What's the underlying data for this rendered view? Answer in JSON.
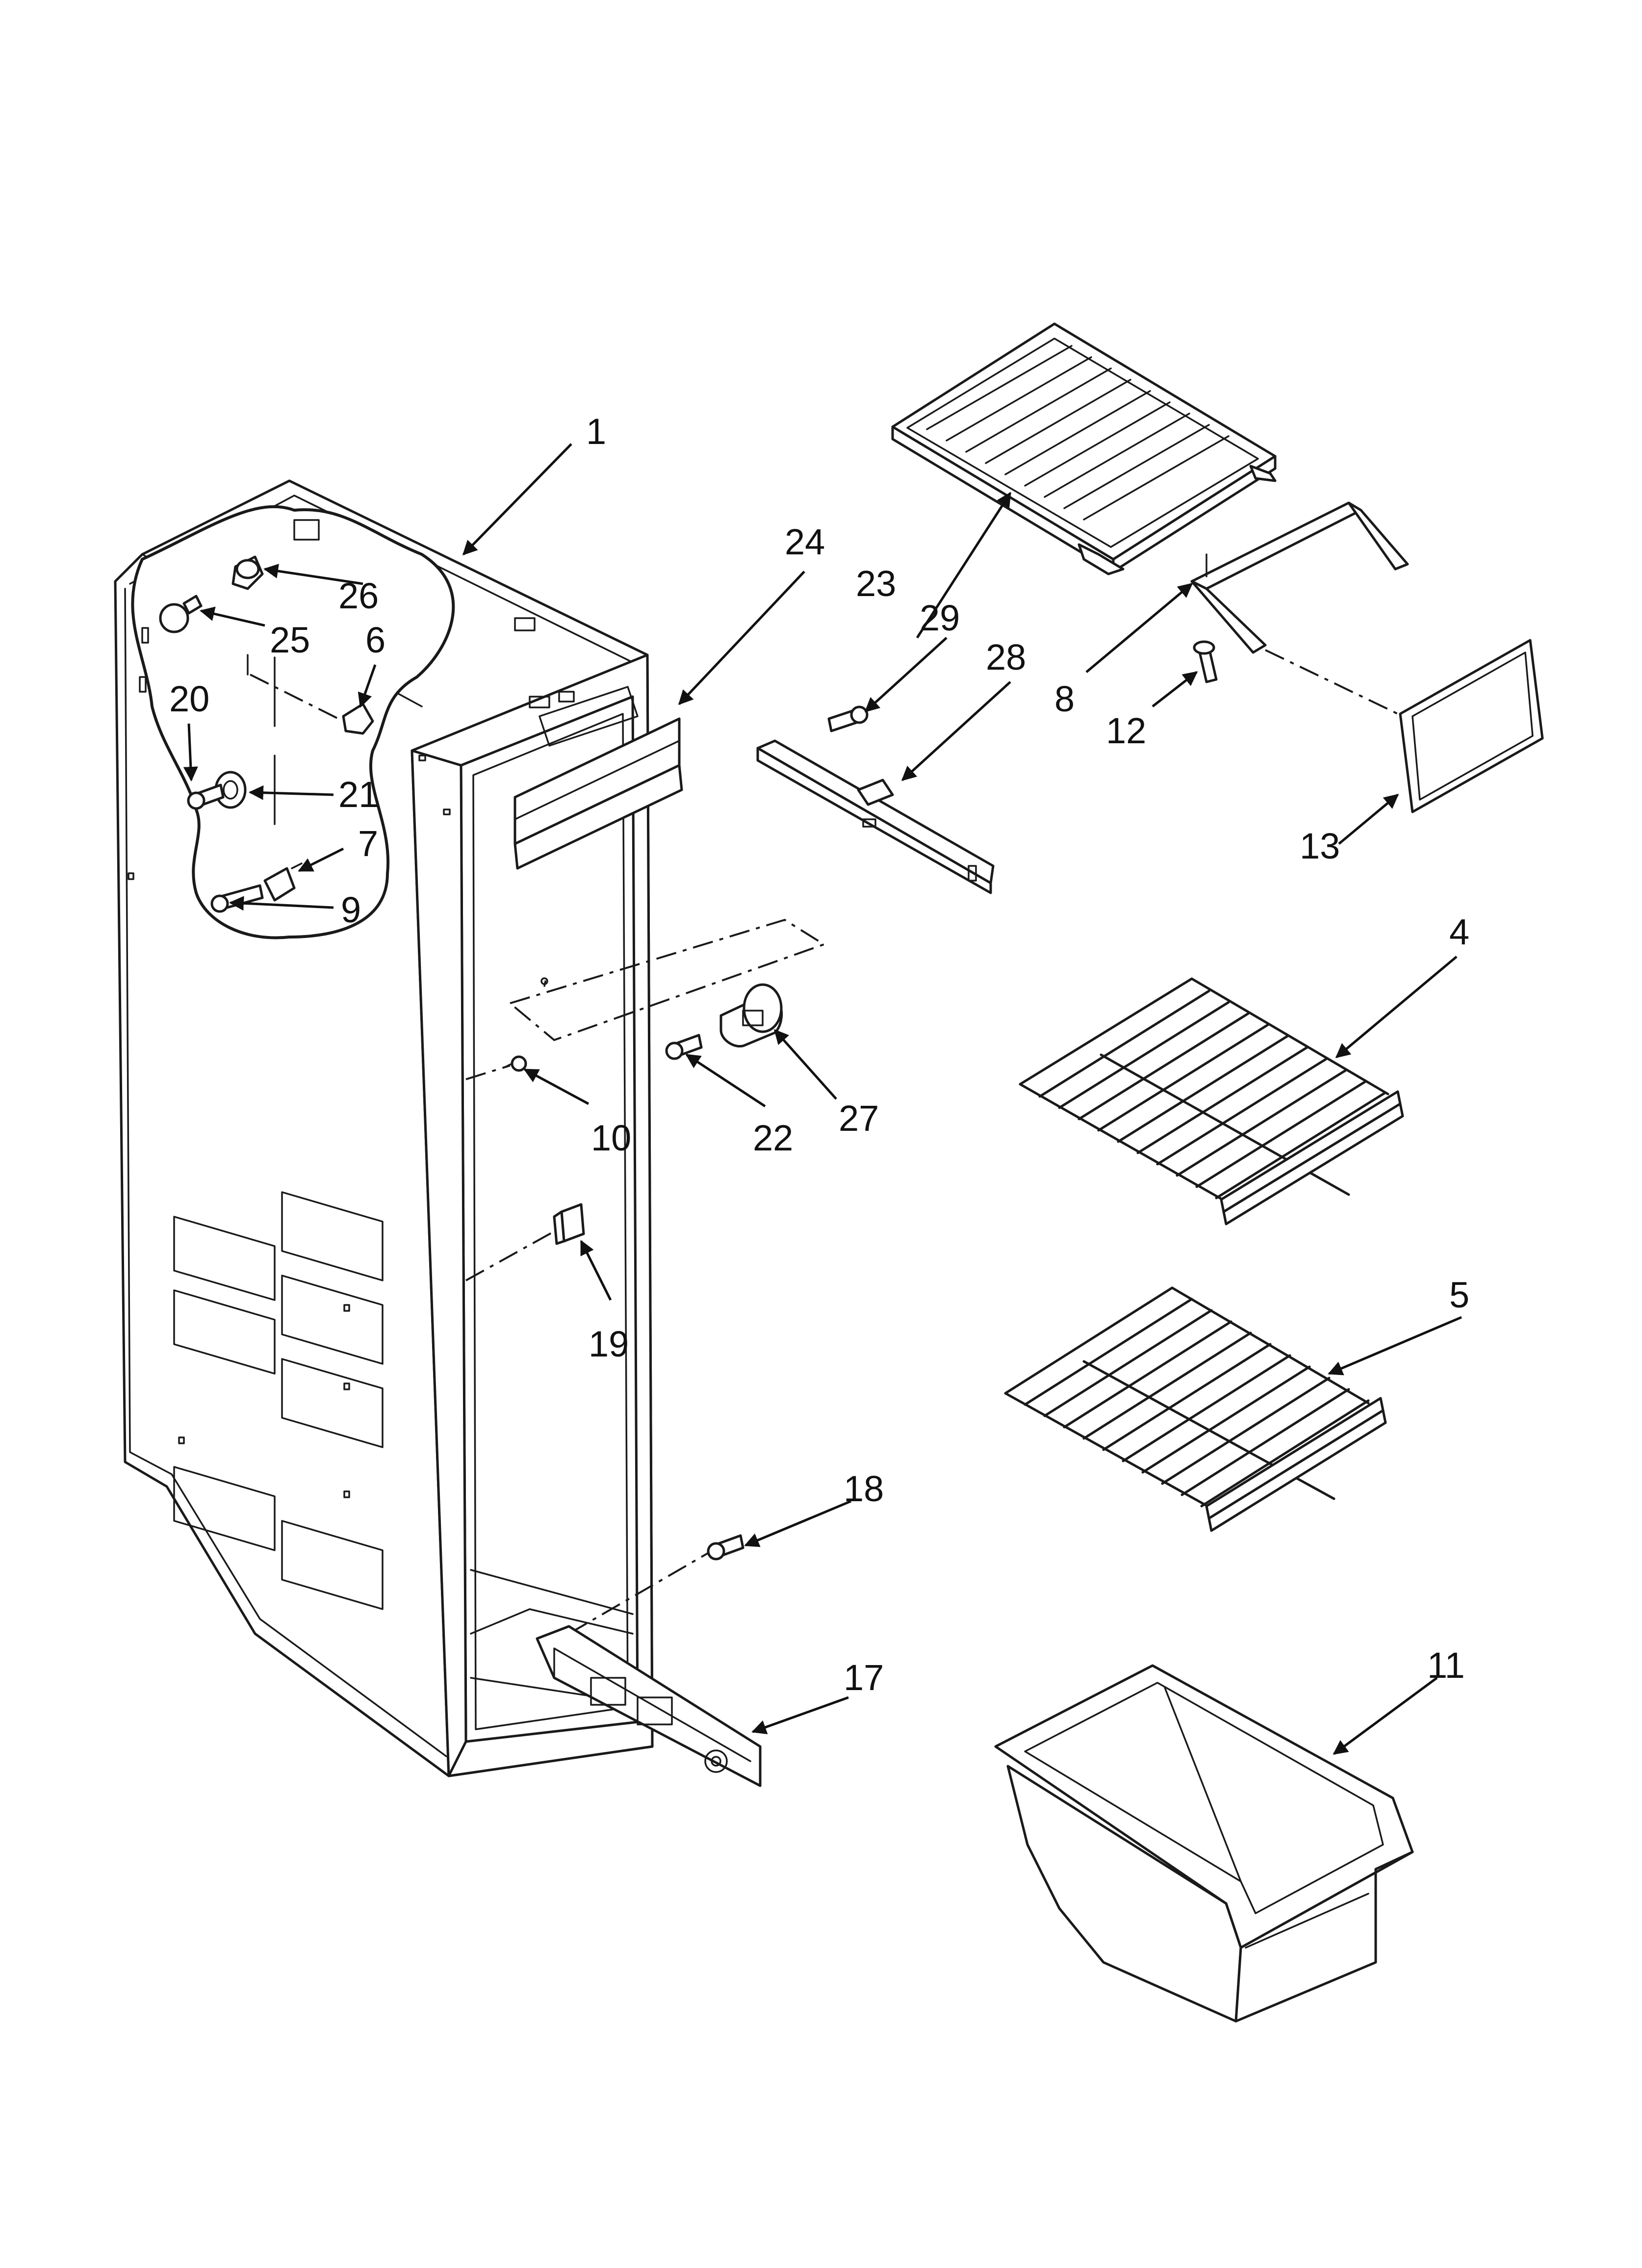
{
  "callouts": [
    {
      "id": "1",
      "label": "1"
    },
    {
      "id": "4",
      "label": "4"
    },
    {
      "id": "5",
      "label": "5"
    },
    {
      "id": "6",
      "label": "6"
    },
    {
      "id": "7",
      "label": "7"
    },
    {
      "id": "8",
      "label": "8"
    },
    {
      "id": "9",
      "label": "9"
    },
    {
      "id": "10",
      "label": "10"
    },
    {
      "id": "11",
      "label": "11"
    },
    {
      "id": "12",
      "label": "12"
    },
    {
      "id": "13",
      "label": "13"
    },
    {
      "id": "17",
      "label": "17"
    },
    {
      "id": "18",
      "label": "18"
    },
    {
      "id": "19",
      "label": "19"
    },
    {
      "id": "20",
      "label": "20"
    },
    {
      "id": "21",
      "label": "21"
    },
    {
      "id": "22",
      "label": "22"
    },
    {
      "id": "23",
      "label": "23"
    },
    {
      "id": "24",
      "label": "24"
    },
    {
      "id": "25",
      "label": "25"
    },
    {
      "id": "26",
      "label": "26"
    },
    {
      "id": "27",
      "label": "27"
    },
    {
      "id": "28",
      "label": "28"
    },
    {
      "id": "29",
      "label": "29"
    }
  ]
}
